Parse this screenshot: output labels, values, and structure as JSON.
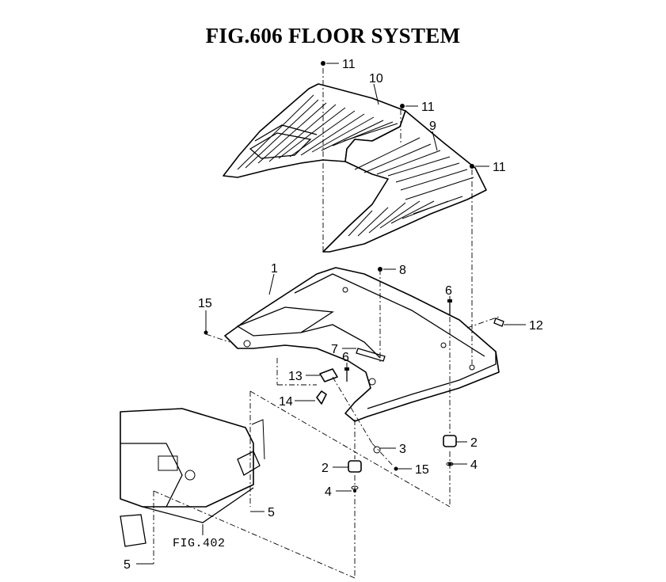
{
  "title": "FIG.606  FLOOR SYSTEM",
  "reference": "FIG.402",
  "callouts": {
    "c1": "1",
    "c2a": "2",
    "c2b": "2",
    "c3": "3",
    "c4a": "4",
    "c4b": "4",
    "c5a": "5",
    "c5b": "5",
    "c6a": "6",
    "c6b": "6",
    "c7": "7",
    "c8": "8",
    "c9": "9",
    "c10": "10",
    "c11a": "11",
    "c11b": "11",
    "c11c": "11",
    "c12": "12",
    "c13": "13",
    "c14": "14",
    "c15a": "15",
    "c15b": "15"
  }
}
